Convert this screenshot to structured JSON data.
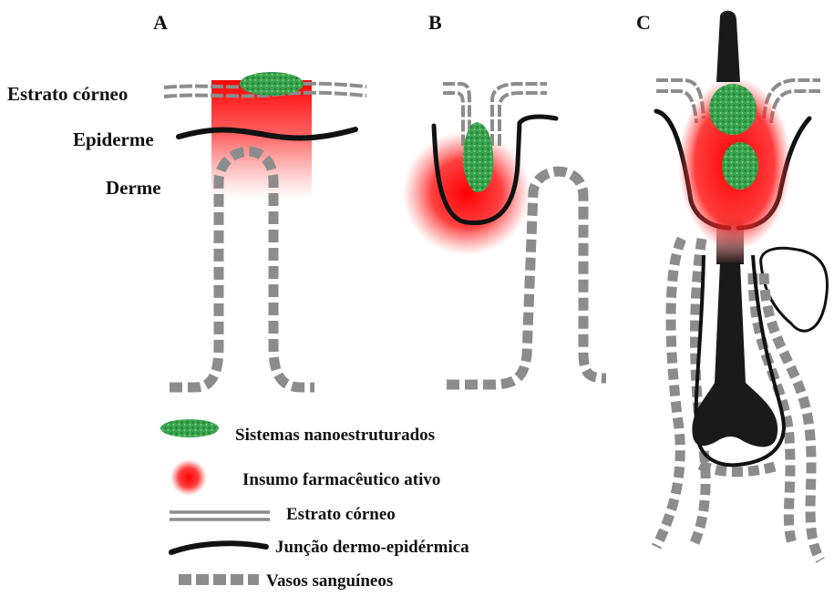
{
  "panels": {
    "a": "A",
    "b": "B",
    "c": "C"
  },
  "layers": {
    "stratum": "Estrato córneo",
    "epidermis": "Epiderme",
    "dermis": "Derme"
  },
  "legend": {
    "nano": "Sistemas nanoestruturados",
    "drug": "Insumo farmacêutico ativo",
    "stratum": "Estrato córneo",
    "junction": "Junção dermo-epidérmica",
    "vessels": "Vasos sanguíneos"
  },
  "colors": {
    "nano": "#2e9e46",
    "drug": "#ff1a1a",
    "stratum": "#8c8c8c",
    "junction": "#111111",
    "vessel": "#8c8c8c",
    "hair": "#1a1a1a"
  }
}
